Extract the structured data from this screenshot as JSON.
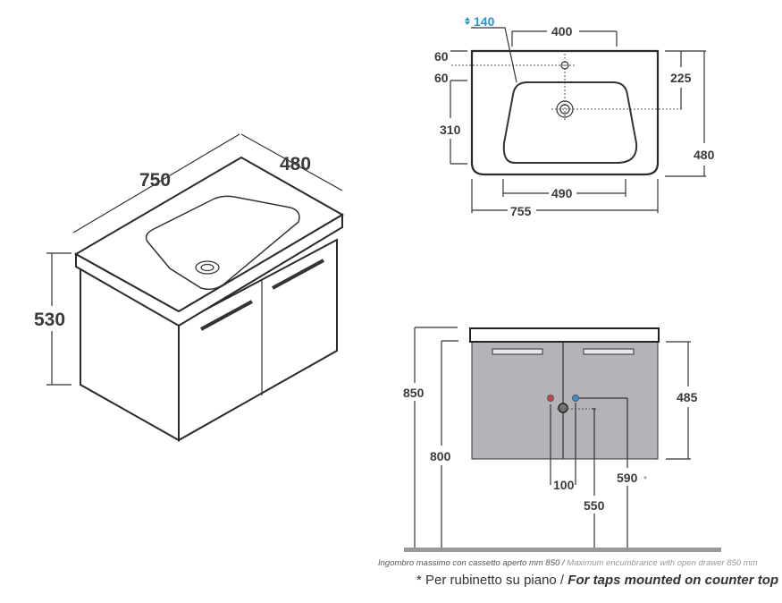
{
  "iso_view": {
    "width": "750",
    "depth": "480",
    "height": "530"
  },
  "top_view": {
    "tap_hole_height": "140",
    "tap_spacing": "400",
    "offset_1": "60",
    "offset_2": "60",
    "basin_depth": "310",
    "drain_offset": "225",
    "depth": "480",
    "basin_width": "490",
    "width": "755"
  },
  "front_view": {
    "total_height": "850",
    "cabinet_top_height": "800",
    "cabinet_height": "485",
    "drain_spacing": "100",
    "drain_height": "550",
    "tap_height": "590",
    "asterisk": "*"
  },
  "notes": {
    "encumbrance_it": "Ingombro massimo con cassetto aperto mm 850 /",
    "encumbrance_en": "Maximum encumbrance with open drawer 850 mm",
    "taps_it": "* Per rubinetto su piano /",
    "taps_en": "For taps mounted on counter top"
  },
  "colors": {
    "cabinet": "#b4b4b8",
    "hot": "#d0414b",
    "cold": "#3a8fd0",
    "accent": "#2b95c8",
    "floor": "#999999"
  }
}
